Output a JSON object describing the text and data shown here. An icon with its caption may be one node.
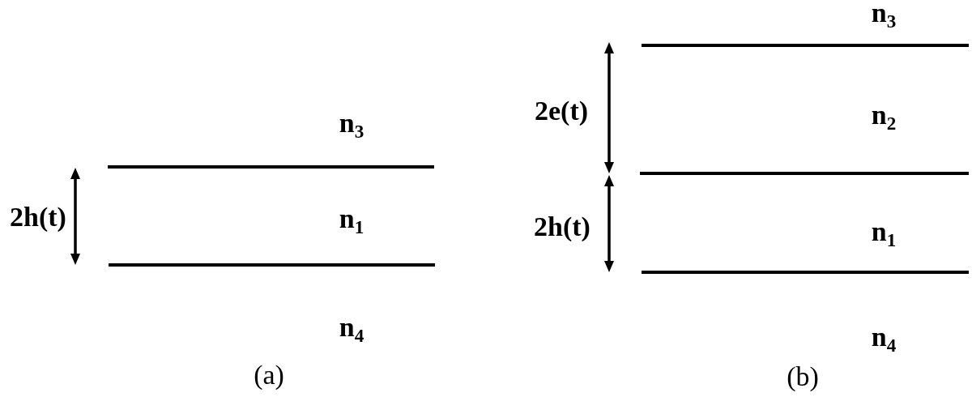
{
  "diagram": {
    "labels": [
      "n$_{3}$",
      "2h(t)",
      "n$_{1}$",
      "n$_{4}$",
      "(a)",
      "n$_{3}$",
      "2e(t)",
      "n$_{2}$",
      "2h(t)",
      "n$_{1}$",
      "n$_{4}$",
      "(b)"
    ]
  }
}
